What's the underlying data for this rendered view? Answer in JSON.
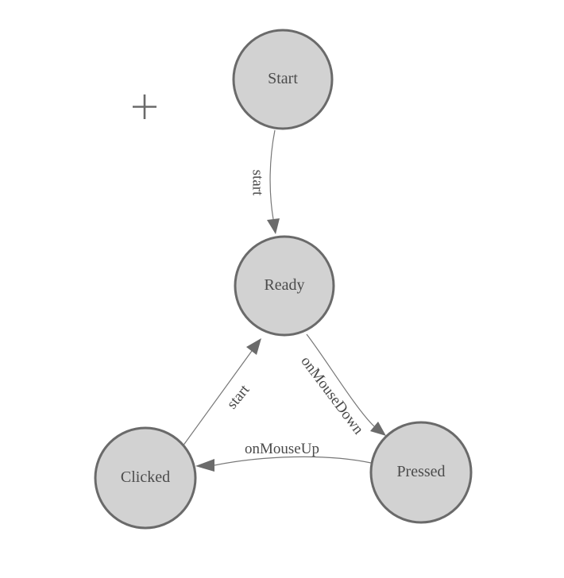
{
  "diagram": {
    "type": "state-machine-graph",
    "colors": {
      "node_fill": "#d2d2d2",
      "node_border": "#6a6a6a",
      "edge": "#777777",
      "arrow": "#6b6b6b",
      "node_text": "#4c4c4c",
      "edge_text": "#4a4a4a",
      "crosshair": "#6a6a6a",
      "background": "#ffffff"
    },
    "nodes": [
      {
        "id": "start",
        "label": "Start"
      },
      {
        "id": "ready",
        "label": "Ready"
      },
      {
        "id": "clicked",
        "label": "Clicked"
      },
      {
        "id": "pressed",
        "label": "Pressed"
      }
    ],
    "edges": [
      {
        "from": "Start",
        "to": "Ready",
        "label": "start"
      },
      {
        "from": "Clicked",
        "to": "Ready",
        "label": "start"
      },
      {
        "from": "Ready",
        "to": "Pressed",
        "label": "onMouseDown"
      },
      {
        "from": "Pressed",
        "to": "Clicked",
        "label": "onMouseUp"
      }
    ],
    "icons": {
      "crosshair": "plus"
    }
  }
}
